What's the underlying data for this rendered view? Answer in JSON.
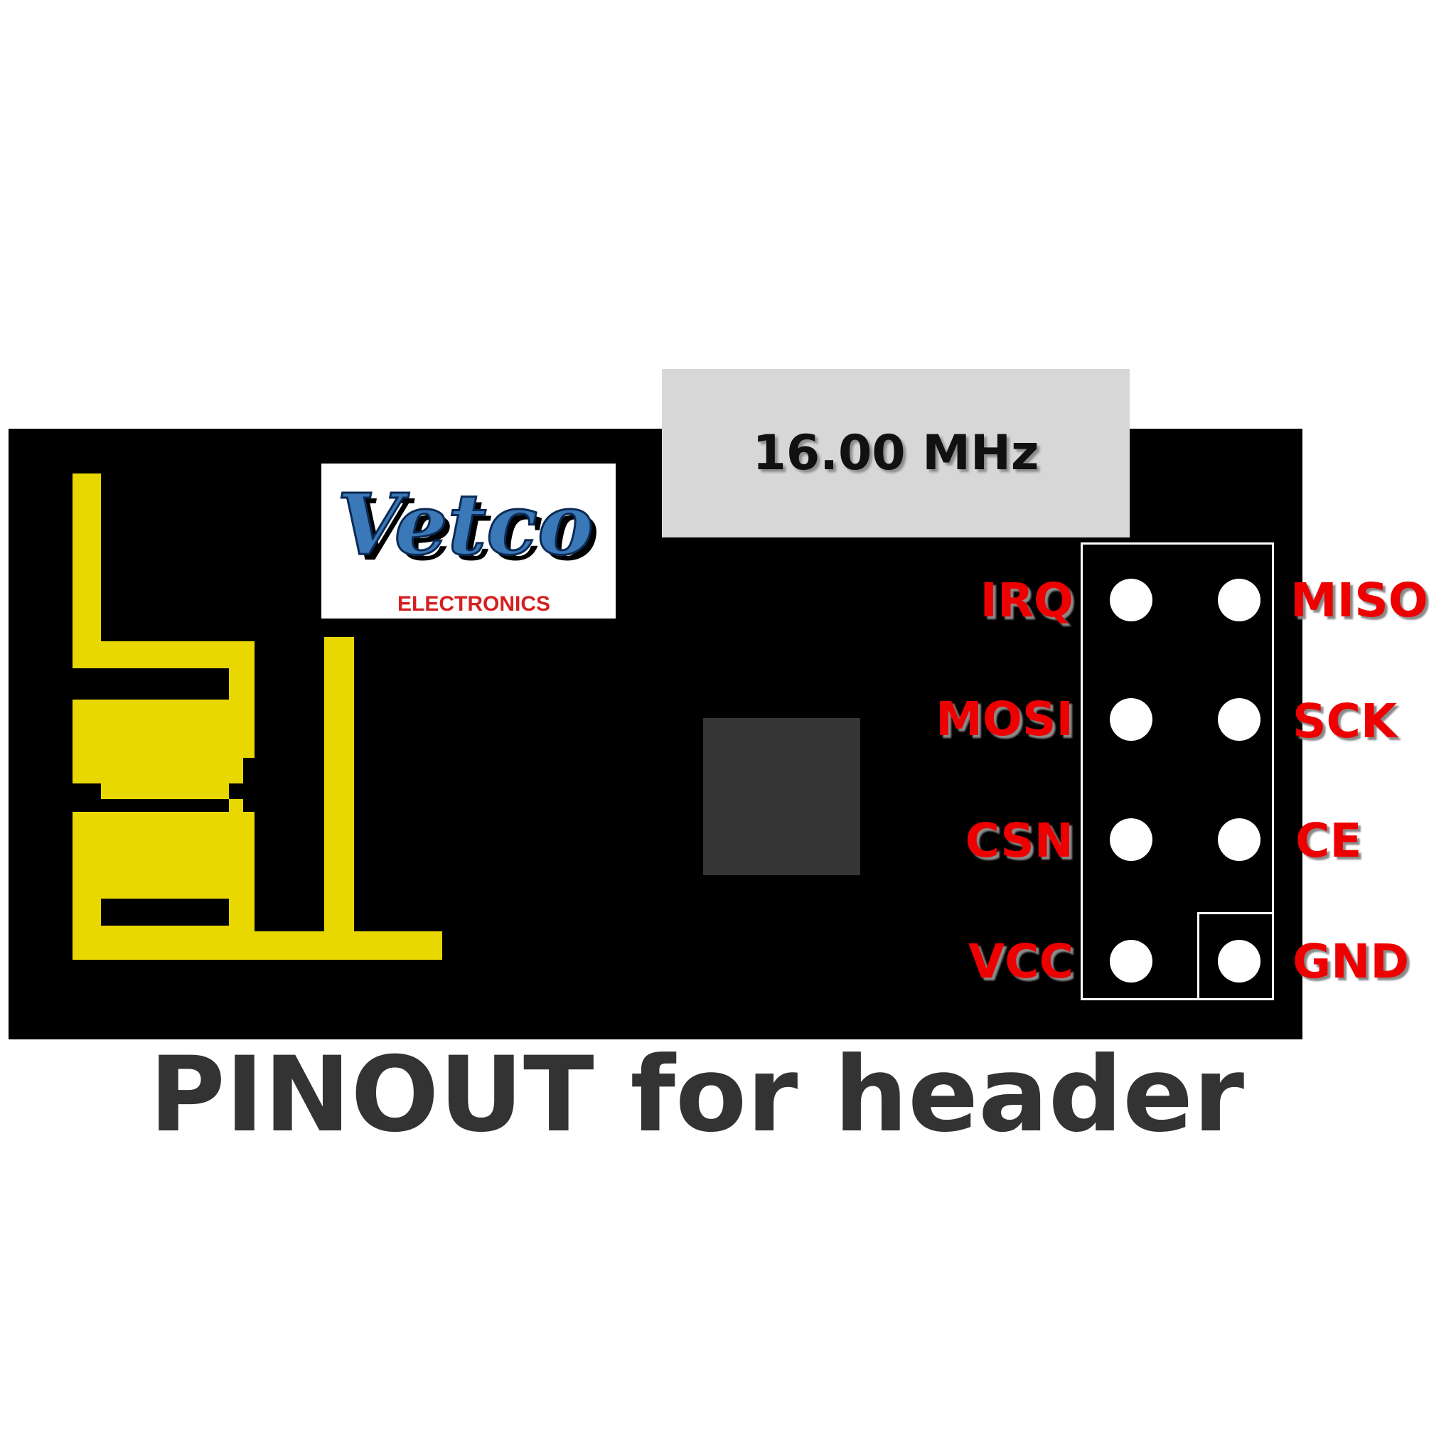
{
  "crystal": {
    "label": "16.00 MHz"
  },
  "logo": {
    "brand": "Vetco",
    "subtitle": "ELECTRONICS"
  },
  "pins": {
    "left": [
      "IRQ",
      "MOSI",
      "CSN",
      "VCC"
    ],
    "right": [
      "MISO",
      "SCK",
      "CE",
      "GND"
    ]
  },
  "caption": "PINOUT for header",
  "colors": {
    "board": "#000000",
    "antenna": "#e8d800",
    "pin_label": "#ee0000",
    "crystal": "#d7d7d7",
    "chip": "#363636",
    "caption": "#333333"
  }
}
